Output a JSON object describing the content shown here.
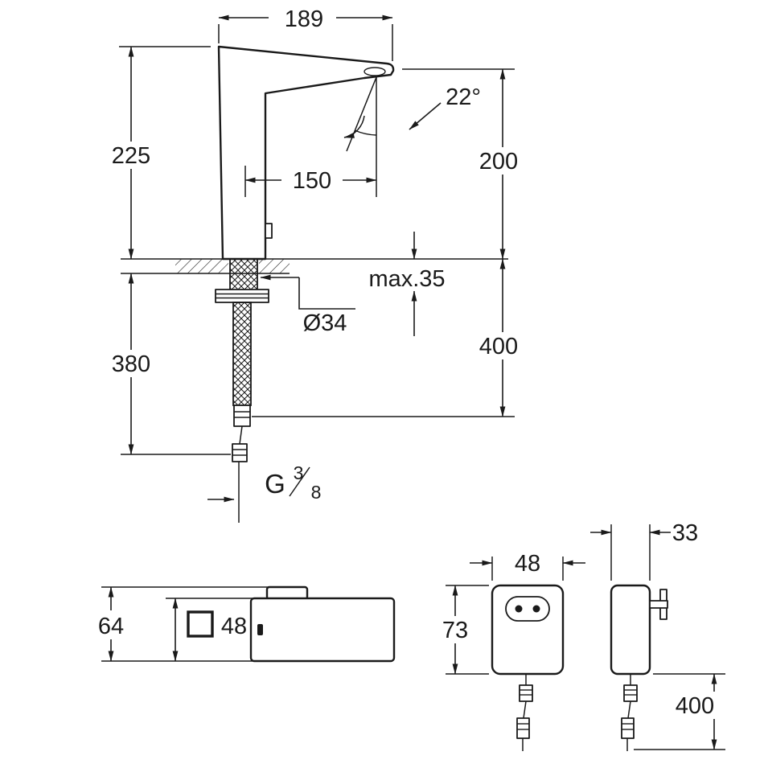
{
  "meta": {
    "background_color": "#ffffff",
    "line_color": "#1a1a1a",
    "drawing_type": "faucet technical dimension drawing"
  },
  "faucet_side_view": {
    "dim_spout_projection": "189",
    "dim_height_above_deck": "225",
    "dim_spout_reach": "150",
    "dim_spray_angle": "22°",
    "dim_outlet_height": "200",
    "dim_deck_thickness": "max.35",
    "dim_hole_diameter": "Ø34",
    "dim_hose_length": "380",
    "dim_supply_length": "400",
    "thread_label_g": "G",
    "thread_numerator": "3",
    "thread_denominator": "8"
  },
  "faucet_top_view": {
    "dim_body_depth": "64",
    "dim_body_width": "48"
  },
  "power_supply_front_view": {
    "dim_width": "48",
    "dim_height": "73"
  },
  "power_supply_side_view": {
    "dim_depth": "33",
    "dim_cable_length": "400"
  }
}
